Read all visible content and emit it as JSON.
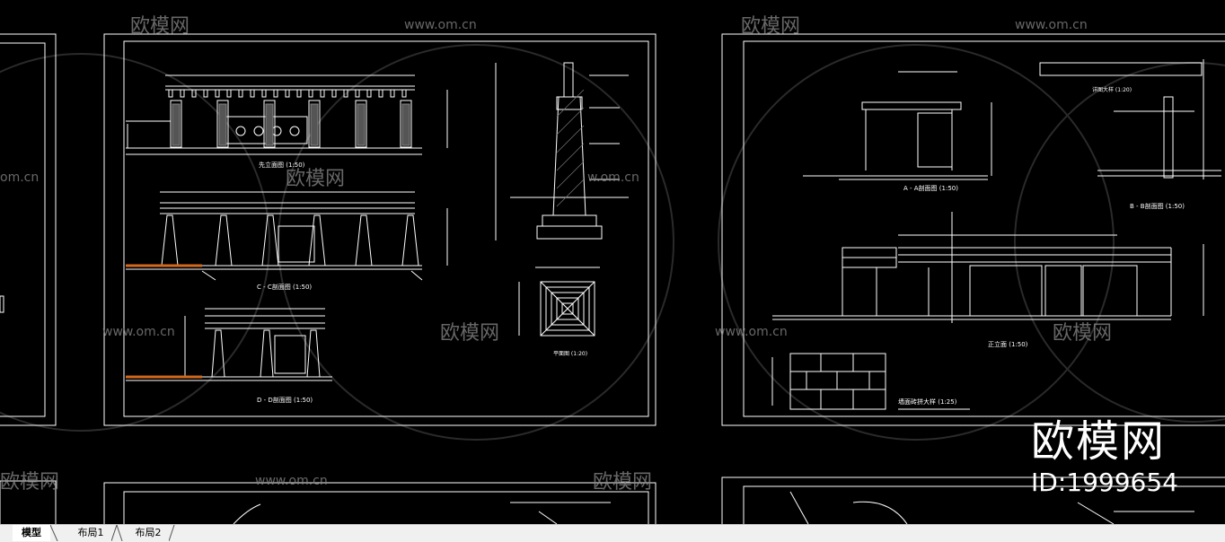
{
  "watermark": {
    "brand": "欧模网",
    "url": "www.om.cn",
    "url_short": "om.cn",
    "url_partial": "w.om.cn"
  },
  "brand_overlay": {
    "logo": "欧模网",
    "id": "ID:1999654"
  },
  "drawings": {
    "elev_a": "先立面图 (1:50)",
    "elev_c": "C - C剖面图 (1:50)",
    "elev_d": "D - D剖面图 (1:50)",
    "pier_plan": "平面图 (1:20)",
    "sect_a": "A - A剖面图 (1:50)",
    "sect_b": "B - B剖面图 (1:50)",
    "detail": "详图大样 (1:20)",
    "front_elev": "正立面 (1:50)",
    "wall_detail": "墙面砖拼大样 (1:25)"
  },
  "tabs": [
    {
      "label": "模型",
      "active": true
    },
    {
      "label": "布局1",
      "active": false
    },
    {
      "label": "布局2",
      "active": false
    }
  ],
  "colors": {
    "background": "#000000",
    "frame": "#ffffff",
    "watermark": "#8a8a8a",
    "accent_orange": "#d2691e"
  }
}
